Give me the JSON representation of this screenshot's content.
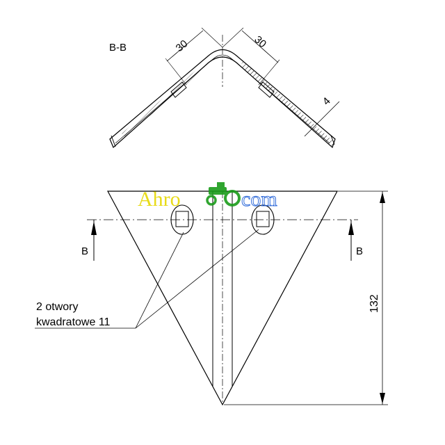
{
  "section": {
    "label": "B-B"
  },
  "dimensions": {
    "left_leg": "30",
    "right_leg": "30",
    "thickness": "4",
    "height": "132"
  },
  "cut_markers": {
    "left": "B",
    "right": "B"
  },
  "callout": {
    "line1": "2 otwory",
    "line2": "kwadratowe 11"
  },
  "watermark": {
    "text_left": "Ahro",
    "text_right": "com",
    "color_yellow": "#e6d800",
    "color_green": "#1a9c1a",
    "color_blue": "#1f5fd6"
  }
}
